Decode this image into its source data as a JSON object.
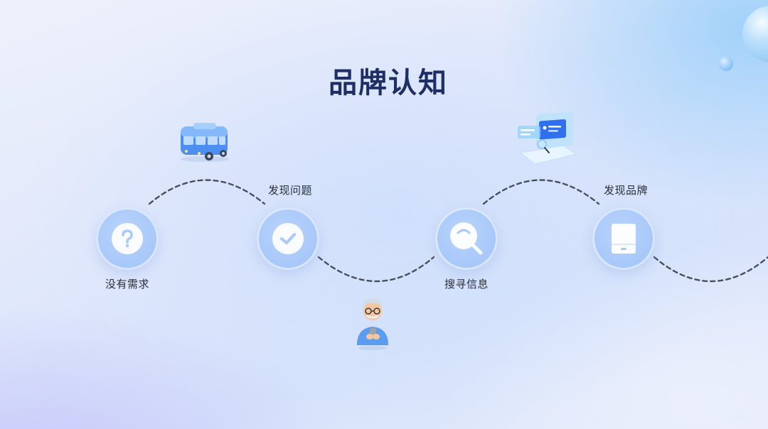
{
  "title": "品牌认知",
  "steps": [
    {
      "label": "没有需求",
      "icon": "question-icon"
    },
    {
      "label": "发现问题",
      "icon": "check-icon"
    },
    {
      "label": "搜寻信息",
      "icon": "magnifier-icon"
    },
    {
      "label": "发现品牌",
      "icon": "tablet-icon"
    }
  ],
  "illustrations": [
    "bus-illustration",
    "elderly-man-with-phone-illustration",
    "laptop-search-illustration"
  ],
  "colors": {
    "title": "#1f2f66",
    "node_fill": "#a9c9fa",
    "dash": "#4a4f5c",
    "label": "#2b2f3a"
  }
}
